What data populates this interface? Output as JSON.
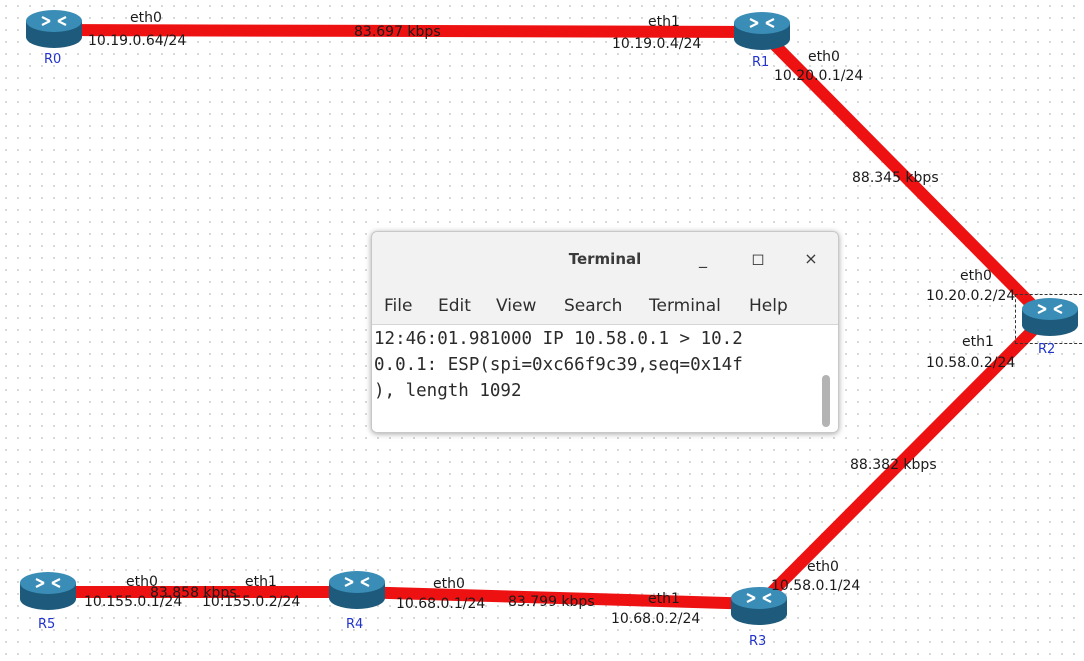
{
  "links": [
    {
      "rate": "83.697 kbps"
    },
    {
      "rate": "88.345 kbps"
    },
    {
      "rate": "88.382 kbps"
    },
    {
      "rate": "83.799 kbps"
    },
    {
      "rate": "83.858 kbps"
    }
  ],
  "routers": [
    {
      "name": "R0"
    },
    {
      "name": "R1"
    },
    {
      "name": "R2"
    },
    {
      "name": "R3"
    },
    {
      "name": "R4"
    },
    {
      "name": "R5"
    }
  ],
  "ifaces": {
    "r0_eth0": {
      "name": "eth0",
      "ip": "10.19.0.64/24"
    },
    "r1_eth1": {
      "name": "eth1",
      "ip": "10.19.0.4/24"
    },
    "r1_eth0": {
      "name": "eth0",
      "ip": "10.20.0.1/24"
    },
    "r2_eth0": {
      "name": "eth0",
      "ip": "10.20.0.2/24"
    },
    "r2_eth1": {
      "name": "eth1",
      "ip": "10.58.0.2/24"
    },
    "r3_eth0": {
      "name": "eth0",
      "ip": "10.58.0.1/24"
    },
    "r3_eth1": {
      "name": "eth1",
      "ip": "10.68.0.2/24"
    },
    "r4_eth0": {
      "name": "eth0",
      "ip": "10.68.0.1/24"
    },
    "r4_eth1": {
      "name": "eth1",
      "ip": "10.155.0.2/24"
    },
    "r5_eth0": {
      "name": "eth0",
      "ip": "10.155.0.1/24"
    }
  },
  "terminal": {
    "title": "Terminal",
    "minimize": "_",
    "maximize": "◻",
    "close": "×",
    "menu": [
      "File",
      "Edit",
      "View",
      "Search",
      "Terminal",
      "Help"
    ],
    "lines": [
      "12:46:01.981000 IP 10.58.0.1 > 10.2",
      "0.0.1: ESP(spi=0xc66f9c39,seq=0x14f",
      "), length 1092"
    ]
  },
  "colors": {
    "link": "#ee1111",
    "router_top": "#2f7fa6",
    "router_side": "#1d5a7b",
    "router_label": "#2233cc"
  }
}
